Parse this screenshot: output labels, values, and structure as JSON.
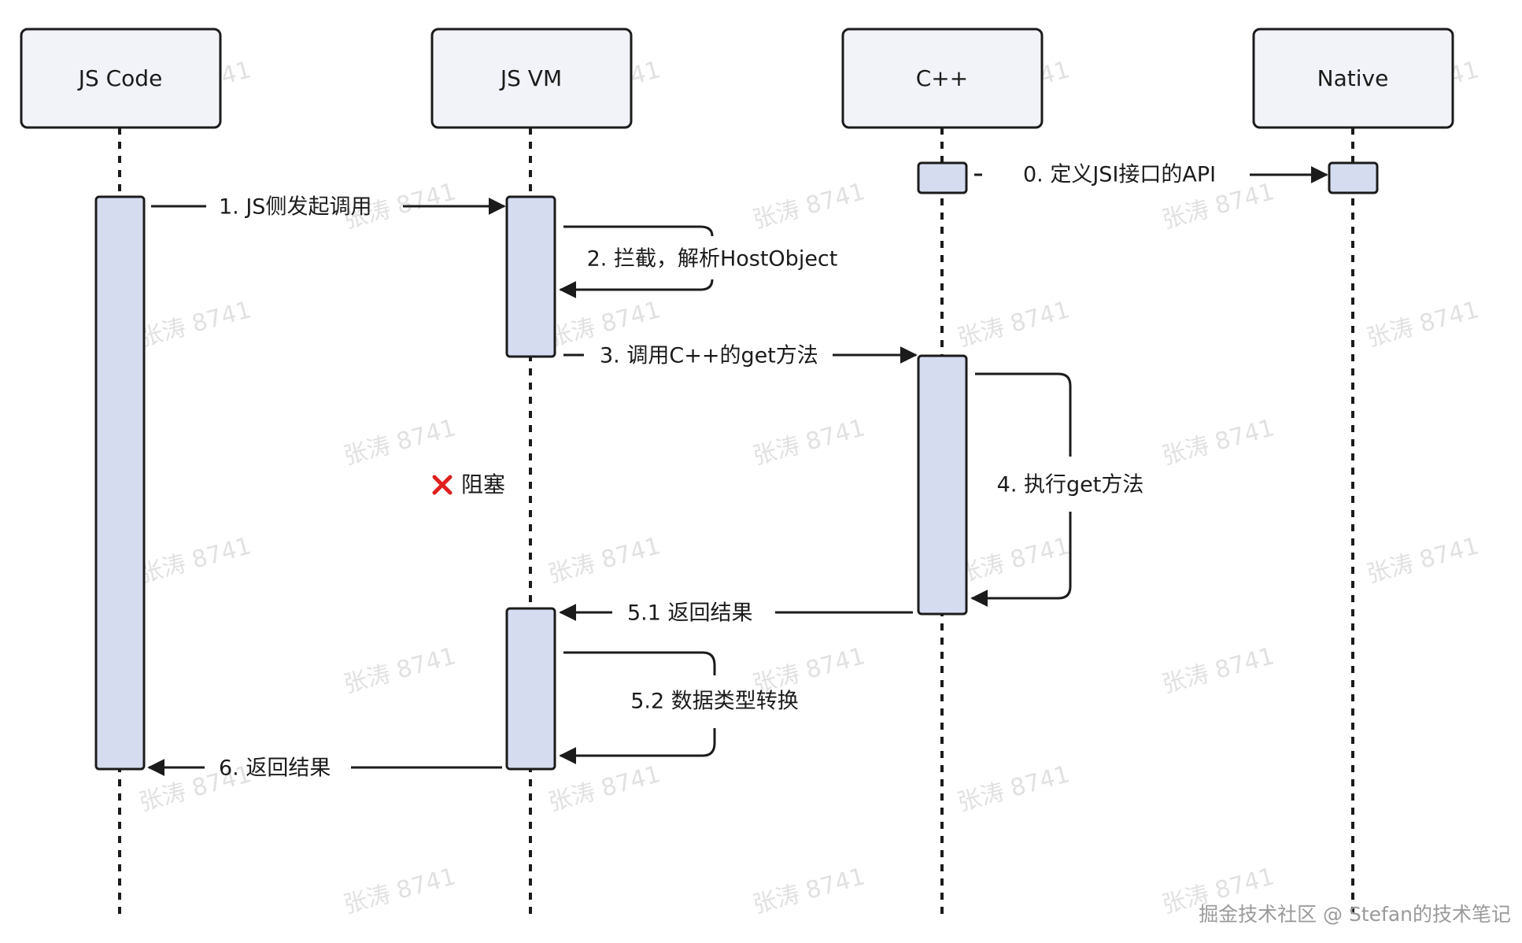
{
  "lifelines": [
    {
      "id": "js-code",
      "title": "JS Code"
    },
    {
      "id": "js-vm",
      "title": "JS VM"
    },
    {
      "id": "cpp",
      "title": "C++"
    },
    {
      "id": "native",
      "title": "Native"
    }
  ],
  "messages": {
    "m0": "0. 定义JSI接口的API",
    "m1": "1. JS侧发起调用",
    "m2": "2. 拦截，解析HostObject",
    "m3": "3. 调用C++的get方法",
    "m4": "4. 执行get方法",
    "m51": "5.1 返回结果",
    "m52": "5.2 数据类型转换",
    "m6": "6. 返回结果"
  },
  "note": {
    "icon": "cross-icon",
    "text": "阻塞",
    "color": "#e02020"
  },
  "watermark": "张涛 8741",
  "footer": "掘金技术社区 @ Stefan的技术笔记",
  "colors": {
    "box_fill": "#f1f3f9",
    "activation_fill": "#d6dcf0",
    "line": "#1b1b1b"
  }
}
